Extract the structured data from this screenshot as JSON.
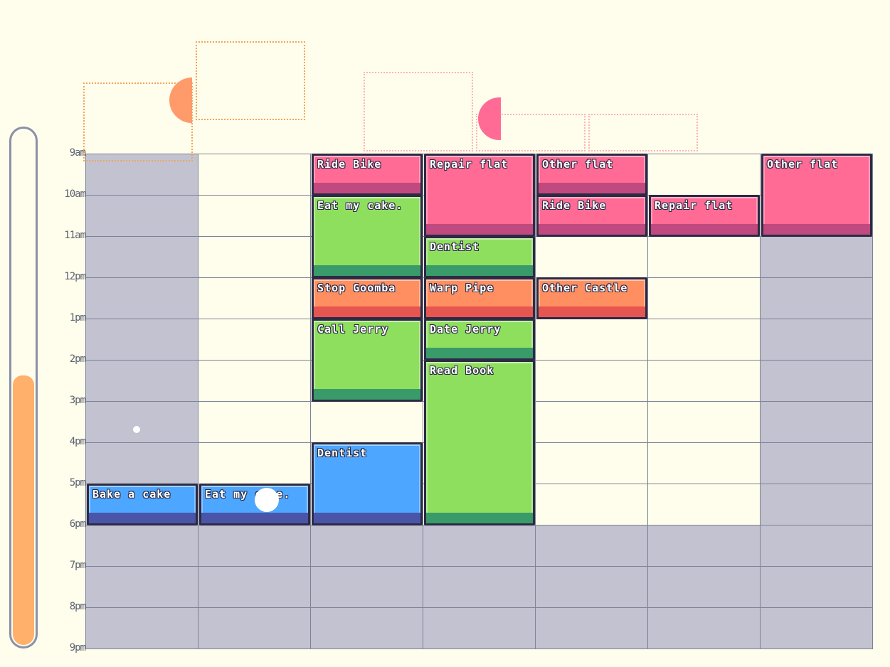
{
  "time_labels": [
    "9am",
    "10am",
    "11am",
    "12pm",
    "1pm",
    "2pm",
    "3pm",
    "4pm",
    "5pm",
    "6pm",
    "7pm",
    "8pm",
    "9pm"
  ],
  "energy_meter": {
    "level": 0.52,
    "fill_color": "#ffb06a"
  },
  "colors": {
    "pink": "#ff6b95",
    "green": "#8fdf5f",
    "orange": "#ff8f60",
    "blue": "#4da6ff",
    "available": "#fffdeb",
    "unavailable": "#c2c2d0"
  },
  "available_slots": [
    [],
    [
      0,
      1,
      2,
      3,
      4,
      5,
      6,
      7
    ],
    [
      0,
      1,
      2,
      3,
      4,
      5,
      6,
      7,
      8
    ],
    [
      0,
      1,
      2,
      3,
      4,
      5,
      6,
      7,
      8
    ],
    [
      0,
      1,
      2,
      3,
      4,
      5,
      6,
      7,
      8
    ],
    [
      0,
      1,
      2,
      3,
      4,
      5,
      6,
      7,
      8
    ],
    [
      0,
      1
    ]
  ],
  "events": [
    {
      "label": "Ride Bike",
      "color": "pink",
      "day": 2,
      "start": 0,
      "end": 1
    },
    {
      "label": "Eat my cake.",
      "color": "green",
      "day": 2,
      "start": 1,
      "end": 3
    },
    {
      "label": "Stop Goomba",
      "color": "orange",
      "day": 2,
      "start": 3,
      "end": 4
    },
    {
      "label": "Call Jerry",
      "color": "green",
      "day": 2,
      "start": 4,
      "end": 6
    },
    {
      "label": "Dentist",
      "color": "blue",
      "day": 2,
      "start": 7,
      "end": 9
    },
    {
      "label": "Repair flat",
      "color": "pink",
      "day": 3,
      "start": 0,
      "end": 2
    },
    {
      "label": "Dentist",
      "color": "green",
      "day": 3,
      "start": 2,
      "end": 3
    },
    {
      "label": "Warp Pipe",
      "color": "orange",
      "day": 3,
      "start": 3,
      "end": 4
    },
    {
      "label": "Date Jerry",
      "color": "green",
      "day": 3,
      "start": 4,
      "end": 5
    },
    {
      "label": "Read Book",
      "color": "green",
      "day": 3,
      "start": 5,
      "end": 9
    },
    {
      "label": "Other flat",
      "color": "pink",
      "day": 4,
      "start": 0,
      "end": 1
    },
    {
      "label": "Ride Bike",
      "color": "pink",
      "day": 4,
      "start": 1,
      "end": 2
    },
    {
      "label": "Other Castle",
      "color": "orange",
      "day": 4,
      "start": 3,
      "end": 4
    },
    {
      "label": "Repair flat",
      "color": "pink",
      "day": 5,
      "start": 1,
      "end": 2
    },
    {
      "label": "Other flat",
      "color": "pink",
      "day": 6,
      "start": 0,
      "end": 2
    },
    {
      "label": "Bake a cake",
      "color": "blue",
      "day": 0,
      "start": 8,
      "end": 9
    },
    {
      "label": "Eat my cake.",
      "color": "blue",
      "day": 1,
      "start": 8,
      "end": 9
    }
  ]
}
